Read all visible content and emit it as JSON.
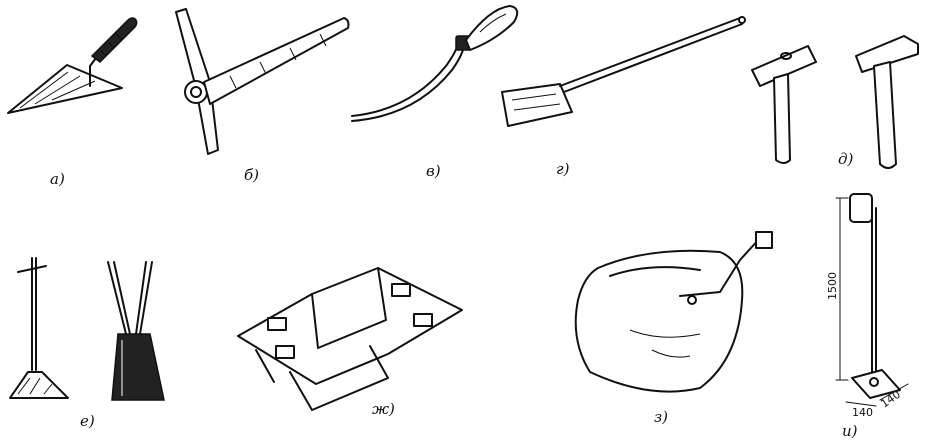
{
  "labels": {
    "a": "а)",
    "b": "б)",
    "v": "в)",
    "g": "г)",
    "d": "д)",
    "e": "е)",
    "zh": "ж)",
    "z": "з)",
    "i": "и)"
  },
  "dimensions": {
    "height": "1500",
    "base_width": "140",
    "base_depth": "140"
  }
}
